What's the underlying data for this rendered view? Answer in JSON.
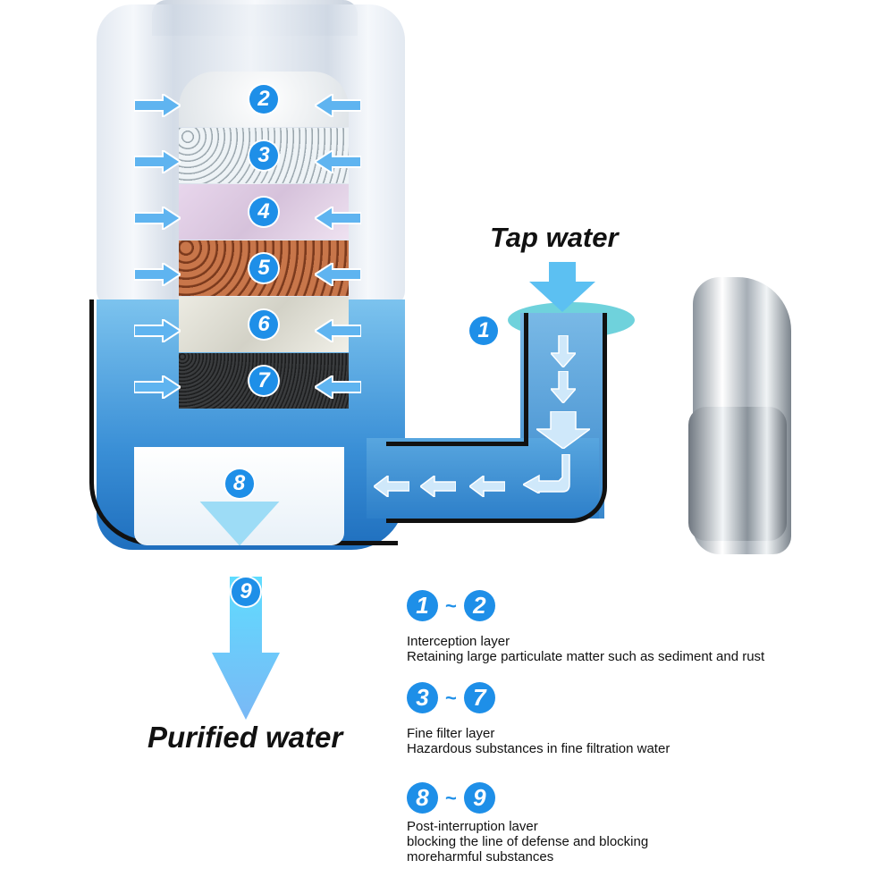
{
  "labels": {
    "tap_water": "Tap water",
    "purified_water": "Purified water"
  },
  "filter_layers": [
    {
      "number": "2",
      "material": "white-ceramic",
      "color": "#eef0f2"
    },
    {
      "number": "3",
      "material": "white-beads",
      "color": "#d9e2e7"
    },
    {
      "number": "4",
      "material": "lilac-fiber",
      "color": "#dcc7e0"
    },
    {
      "number": "5",
      "material": "orange-ceramic-balls",
      "color": "#b8653c"
    },
    {
      "number": "6",
      "material": "off-white-granules",
      "color": "#dddcd2"
    },
    {
      "number": "7",
      "material": "activated-carbon",
      "color": "#2a2b2c"
    },
    {
      "number": "8",
      "material": "white-base-chamber",
      "color": "#f5f8fb"
    }
  ],
  "flow_markers": {
    "inlet": "1",
    "outlet": "9"
  },
  "legend": [
    {
      "from": "1",
      "to": "2",
      "separator": "~",
      "title": "Interception layer",
      "lines": [
        "Retaining large particulate matter such as sediment and rust"
      ]
    },
    {
      "from": "3",
      "to": "7",
      "separator": "~",
      "title": "Fine filter layer",
      "lines": [
        "Hazardous substances in fine filtration water"
      ]
    },
    {
      "from": "8",
      "to": "9",
      "separator": "~",
      "title": "Post-interruption laver",
      "lines": [
        "blocking the line of defense and blocking",
        "moreharmful substances"
      ]
    }
  ],
  "colors": {
    "badge_blue": "#1e8fe8",
    "arrow_blue": "#6fc4f5",
    "water_blue": "#3a8fd6",
    "outline": "#111111"
  }
}
